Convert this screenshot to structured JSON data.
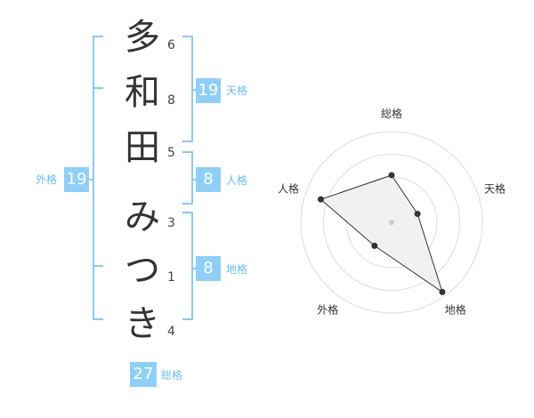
{
  "name": {
    "characters": [
      {
        "char": "多",
        "strokes": "6"
      },
      {
        "char": "和",
        "strokes": "8"
      },
      {
        "char": "田",
        "strokes": "5"
      },
      {
        "char": "み",
        "strokes": "3"
      },
      {
        "char": "つ",
        "strokes": "1"
      },
      {
        "char": "き",
        "strokes": "4"
      }
    ]
  },
  "fortunes": {
    "tenkaku": {
      "value": "19",
      "label": "天格"
    },
    "jinkaku": {
      "value": "8",
      "label": "人格"
    },
    "chikaku": {
      "value": "8",
      "label": "地格"
    },
    "gaikaku": {
      "value": "19",
      "label": "外格"
    },
    "soukaku": {
      "value": "27",
      "label": "総格"
    }
  },
  "chart_data": {
    "type": "radar",
    "axes": [
      "総格",
      "天格",
      "地格",
      "外格",
      "人格"
    ],
    "values": [
      0.52,
      0.3,
      0.95,
      0.32,
      0.82
    ],
    "range": [
      0,
      1
    ],
    "rings": 4,
    "colors": {
      "fill": "#efefef",
      "stroke": "#333333",
      "grid": "#dddddd",
      "center": "#cccccc"
    }
  },
  "colors": {
    "accent": "#8fcff6",
    "accent_text": "#6cbbec",
    "bracket": "#8ec7ee"
  }
}
